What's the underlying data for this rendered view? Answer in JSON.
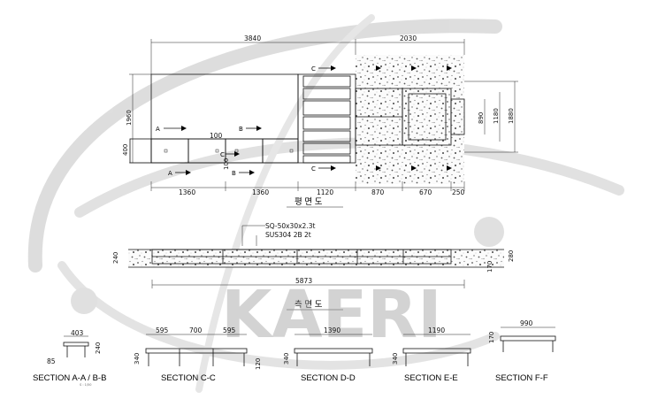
{
  "plan": {
    "dims_top": [
      "3840",
      "2030"
    ],
    "dims_bottom": [
      "1360",
      "1360",
      "1120",
      "870",
      "670",
      "250"
    ],
    "dim_left_outer": "1960",
    "dim_left_inner": "400",
    "dim_small": "100",
    "dim_small2": "100",
    "dims_right": [
      "890",
      "1180",
      "1880"
    ],
    "section_arrows": [
      "A",
      "B",
      "C",
      "C",
      "A",
      "B",
      "C"
    ],
    "title": "평 면 도"
  },
  "elevation": {
    "note_line1": "SQ-50x30x2.3t",
    "note_line2": "SUS304 2B 2t",
    "dim_left": "240",
    "dim_right": "280",
    "dim_right2": "170",
    "dim_total": "5873",
    "title": "측 면 도"
  },
  "sections": [
    {
      "label": "SECTION A-A / B-B",
      "dims": [
        "403"
      ],
      "dim_small": "85",
      "dim_height": "240"
    },
    {
      "label": "SECTION C-C",
      "dims": [
        "595",
        "700",
        "595"
      ],
      "dim_height": "340",
      "dim_height2": "120"
    },
    {
      "label": "SECTION D-D",
      "dims": [
        "1390"
      ],
      "dim_height": "340"
    },
    {
      "label": "SECTION E-E",
      "dims": [
        "1190"
      ],
      "dim_height": "340"
    },
    {
      "label": "SECTION F-F",
      "dims": [
        "990"
      ],
      "dim_height": "170"
    }
  ],
  "watermark": {
    "text": "KAERI"
  }
}
